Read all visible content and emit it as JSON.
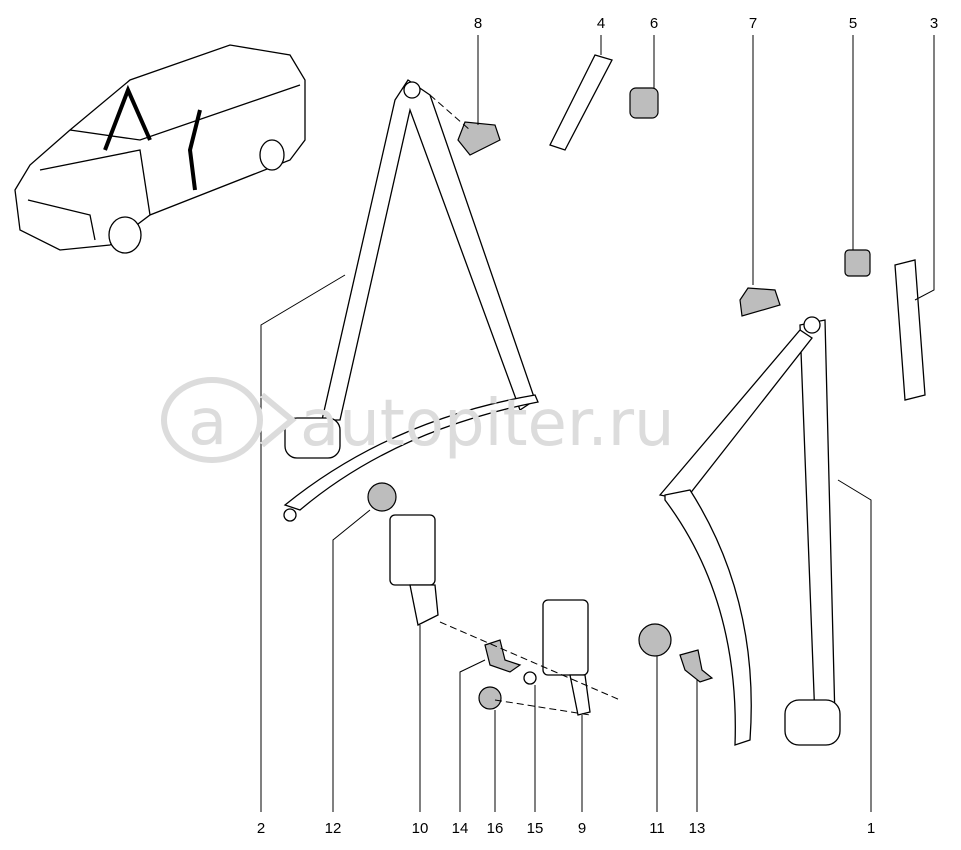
{
  "watermark": {
    "logo_letter": "a",
    "text": "autopiter.ru"
  },
  "callouts": [
    {
      "id": "8",
      "label": "8"
    },
    {
      "id": "4",
      "label": "4"
    },
    {
      "id": "6",
      "label": "6"
    },
    {
      "id": "7",
      "label": "7"
    },
    {
      "id": "5",
      "label": "5"
    },
    {
      "id": "3",
      "label": "3"
    },
    {
      "id": "2",
      "label": "2"
    },
    {
      "id": "12",
      "label": "12"
    },
    {
      "id": "10",
      "label": "10"
    },
    {
      "id": "14",
      "label": "14"
    },
    {
      "id": "16",
      "label": "16"
    },
    {
      "id": "15",
      "label": "15"
    },
    {
      "id": "9",
      "label": "9"
    },
    {
      "id": "11",
      "label": "11"
    },
    {
      "id": "13",
      "label": "13"
    },
    {
      "id": "1",
      "label": "1"
    }
  ]
}
